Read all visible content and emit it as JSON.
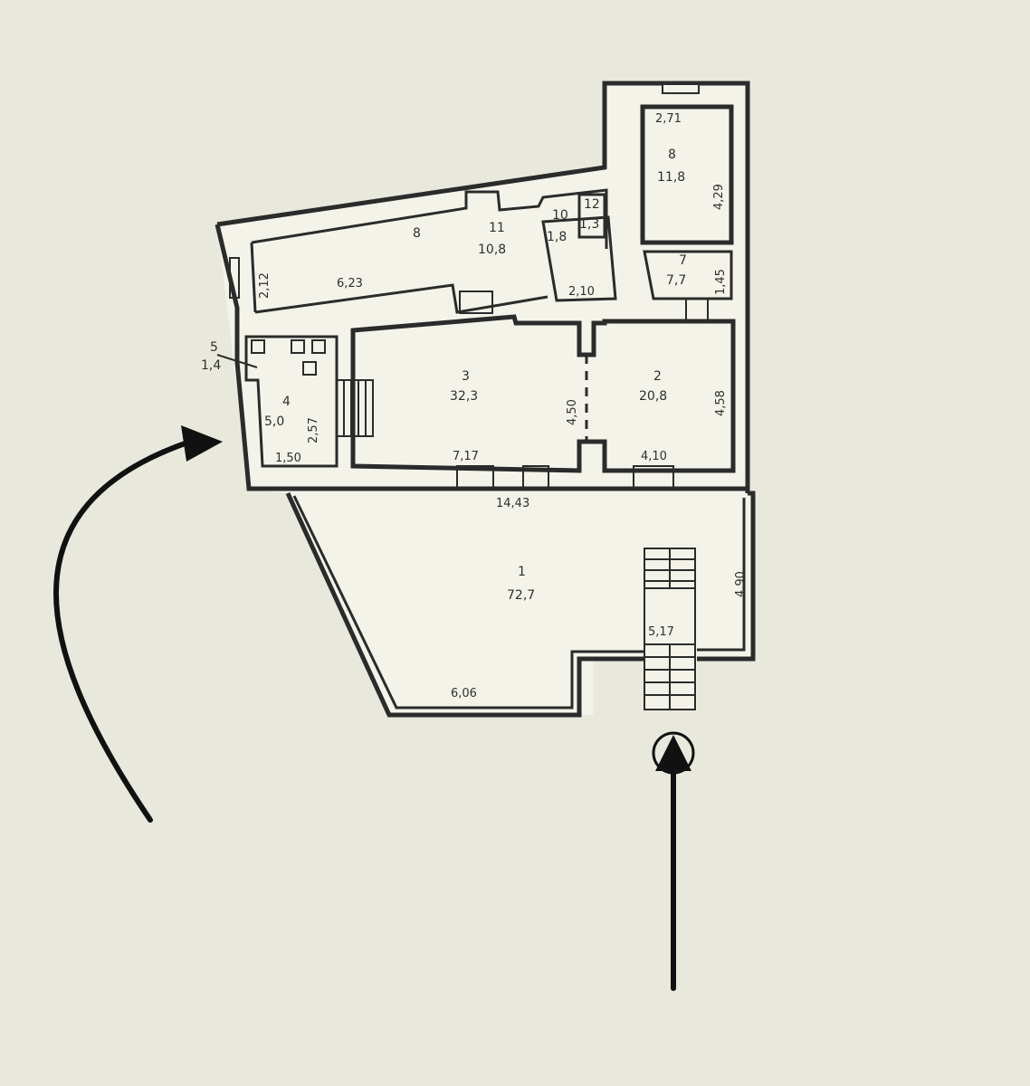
{
  "rooms": [
    {
      "id": "room-1",
      "number": "1",
      "area": "72,7"
    },
    {
      "id": "room-2",
      "number": "2",
      "area": "20,8"
    },
    {
      "id": "room-3",
      "number": "3",
      "area": "32,3"
    },
    {
      "id": "room-4",
      "number": "4",
      "area": "5,0"
    },
    {
      "id": "room-5",
      "number": "5",
      "area": "1,4"
    },
    {
      "id": "room-7",
      "number": "7",
      "area": "7,7"
    },
    {
      "id": "room-8",
      "number": "8",
      "area": "11,8"
    },
    {
      "id": "room-10",
      "number": "10",
      "area": "1,8"
    },
    {
      "id": "room-11",
      "number": "11",
      "area": "10,8"
    },
    {
      "id": "room-12",
      "number": "12",
      "area": "1,3"
    }
  ],
  "dimensions": {
    "d_2_71": "2,71",
    "d_4_29": "4,29",
    "d_1_45": "1,45",
    "d_2_12": "2,12",
    "d_6_23": "6,23",
    "d_2_10": "2,10",
    "d_4_50": "4,50",
    "d_4_58": "4,58",
    "d_7_17": "7,17",
    "d_4_10": "4,10",
    "d_14_43": "14,43",
    "d_1_50": "1,50",
    "d_2_57": "2,57",
    "d_4_90": "4,90",
    "d_5_17": "5,17",
    "d_6_06": "6,06"
  },
  "corridor_mark": "8"
}
